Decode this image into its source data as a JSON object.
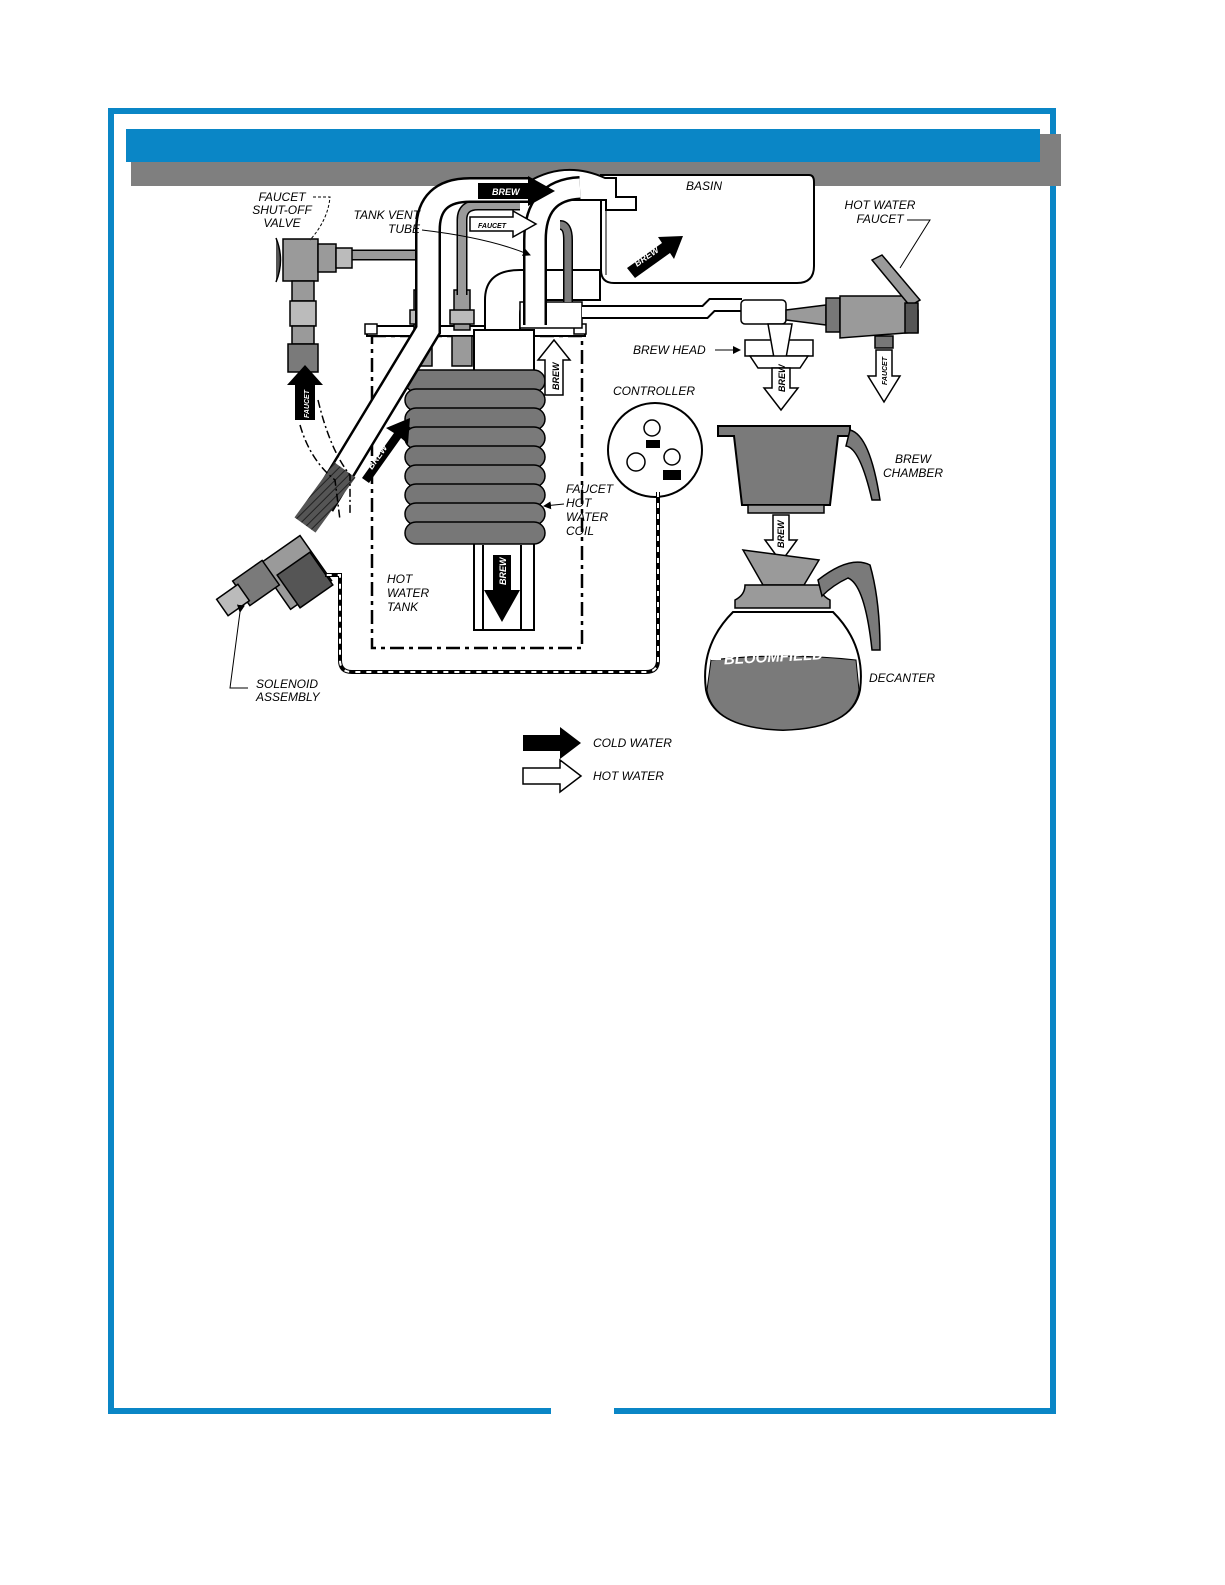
{
  "colors": {
    "frame_blue": "#0a86c6",
    "header_shadow": "#7f7f7f",
    "metal_gray": "#9a9a9a",
    "dark_gray": "#6e6e6e",
    "coffee_gray": "#7a7a7a",
    "cold_water": "#000000",
    "hot_water": "#ffffff"
  },
  "labels": {
    "faucet_shutoff_valve": [
      "FAUCET",
      "SHUT-OFF",
      "VALVE"
    ],
    "tank_vent_tube": [
      "TANK VENT",
      "TUBE"
    ],
    "basin": "BASIN",
    "hot_water_faucet": [
      "HOT WATER",
      "FAUCET"
    ],
    "brew_head": "BREW HEAD",
    "controller": "CONTROLLER",
    "brew_chamber": [
      "BREW",
      "CHAMBER"
    ],
    "faucet_hot_water_coil": [
      "FAUCET",
      "HOT",
      "WATER",
      "COIL"
    ],
    "hot_water_tank": [
      "HOT",
      "WATER",
      "TANK"
    ],
    "solenoid_assembly": [
      "SOLENOID",
      "ASSEMBLY"
    ],
    "decanter": "DECANTER",
    "decanter_brand": "BLOOMFIELD"
  },
  "flow_arrows": {
    "brew": "BREW",
    "faucet": "FAUCET"
  },
  "legend": {
    "cold_water": "COLD WATER",
    "hot_water": "HOT WATER"
  }
}
